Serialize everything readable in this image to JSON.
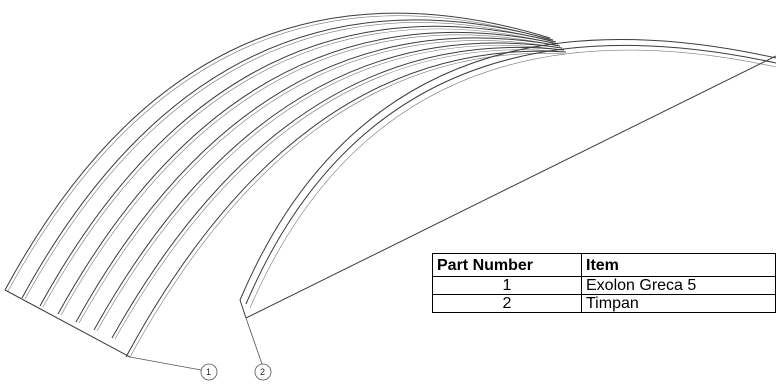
{
  "table": {
    "headers": {
      "part_number": "Part Number",
      "item": "Item"
    },
    "rows": [
      {
        "part_number": "1",
        "item": "Exolon Greca 5"
      },
      {
        "part_number": "2",
        "item": "Timpan"
      }
    ]
  },
  "balloons": [
    "1",
    "2"
  ]
}
